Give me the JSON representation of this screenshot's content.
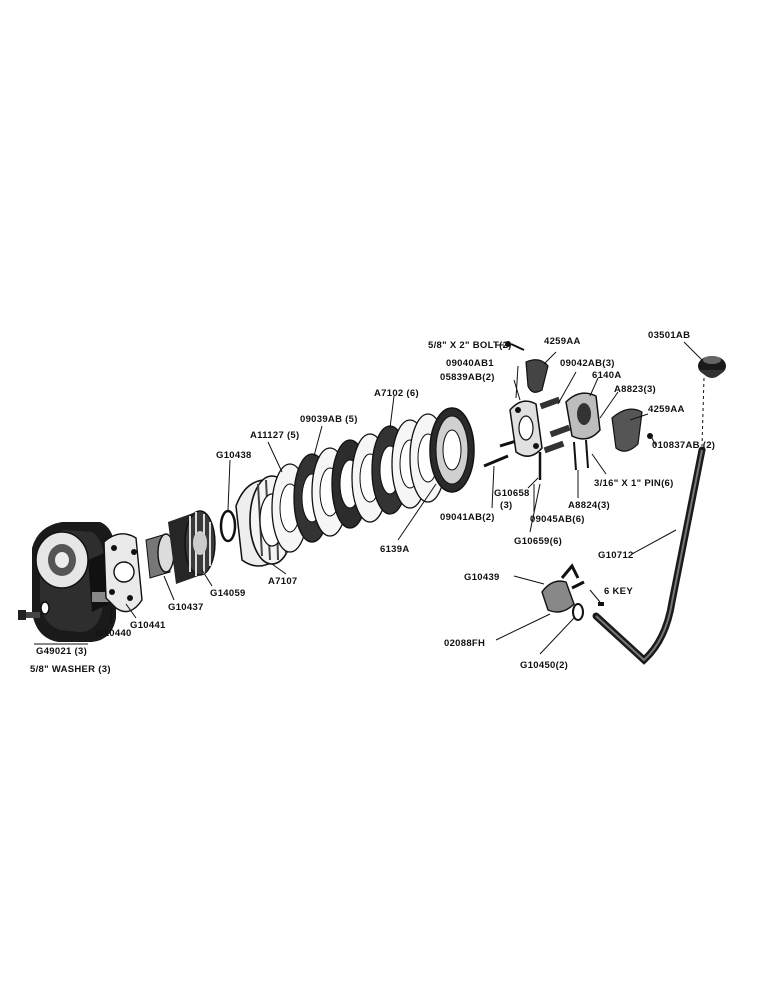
{
  "labels": {
    "bolt_2": "5/8\" X 2\" BOLT(2)",
    "l4259aa_top": "4259AA",
    "l03501ab": "03501AB",
    "l09040ab1": "09040AB1",
    "l09042ab": "09042AB(3)",
    "l05839ab": "05839AB(2)",
    "l6140a": "6140A",
    "la8823": "A8823(3)",
    "la7102": "A7102 (6)",
    "l4259aa_right": "4259AA",
    "l09039ab": "09039AB (5)",
    "l010837ab": "010837AB (2)",
    "la11127": "A11127 (5)",
    "lg10438": "G10438",
    "lpin": "3/16\" X 1\" PIN(6)",
    "lg10658": "G10658",
    "lg10658_qty": "(3)",
    "la8824": "A8824(3)",
    "l09041ab": "09041AB(2)",
    "l09045ab": "09045AB(6)",
    "l6139a": "6139A",
    "lg10659": "G10659(6)",
    "lg14059": "G14059",
    "la7107": "A7107",
    "lg10712": "G10712",
    "lg10437": "G10437",
    "lg10439": "G10439",
    "lkey": "6 KEY",
    "lg10441": "G10441",
    "lg10440": "G10440",
    "l02088fh": "02088FH",
    "lg49021": "G49021 (3)",
    "lwasher": "5/8\" WASHER (3)",
    "lg10450": "G10450(2)"
  }
}
